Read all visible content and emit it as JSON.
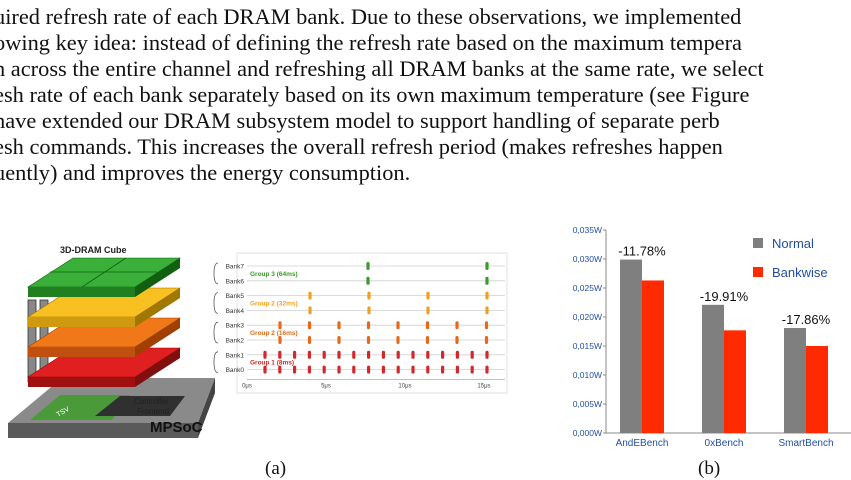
{
  "paragraph": {
    "lines": [
      "uired refresh rate of each DRAM bank. Due to these observations, we implemented",
      "owing key idea: instead of defining the refresh rate based on the maximum tempera",
      "n across the entire channel and refreshing all DRAM banks at the same rate, we select",
      "esh rate of each bank separately based on its own maximum temperature (see Figure",
      "have extended our DRAM subsystem model to support handling of separate perb",
      "esh commands. This increases the overall refresh period (makes refreshes happen",
      "uently) and improves the energy consumption."
    ]
  },
  "figure_a": {
    "cube_label": "3D-DRAM Cube",
    "controller_label": "Controller",
    "frontend_label": "Frontend",
    "mpsoc_label": "MPSoC",
    "tsv_label": "TSV",
    "banks": [
      "Bank7",
      "Bank6",
      "Bank5",
      "Bank4",
      "Bank3",
      "Bank2",
      "Bank1",
      "Bank0"
    ],
    "groups": [
      {
        "label": "Group 3 (64ms)",
        "color": "#3a9a2a"
      },
      {
        "label": "Group 2 (32ms)",
        "color": "#f0a020"
      },
      {
        "label": "Group 2 (16ms)",
        "color": "#e46a1a"
      },
      {
        "label": "Group 1 (8ms)",
        "color": "#d0282c"
      }
    ],
    "time_ticks": [
      "0μs",
      "5μs",
      "10μs",
      "15μs"
    ],
    "caption": "(a)"
  },
  "chart_data": {
    "type": "bar",
    "categories": [
      "AndEBench",
      "0xBench",
      "SmartBench"
    ],
    "series": [
      {
        "name": "Normal",
        "color": "#7f7f7f",
        "values": [
          0.0299,
          0.0221,
          0.0181
        ]
      },
      {
        "name": "Bankwise",
        "color": "#ff2a00",
        "values": [
          0.0263,
          0.0177,
          0.015
        ]
      }
    ],
    "y_ticks": [
      "0,000W",
      "0,005W",
      "0,010W",
      "0,015W",
      "0,020W",
      "0,025W",
      "0,030W",
      "0,035W"
    ],
    "ylim": [
      0,
      0.035
    ],
    "annotations": [
      "-11.78%",
      "-19.91%",
      "-17.86%"
    ],
    "legend_position": "top-right",
    "grid": false,
    "caption": "(b)"
  }
}
